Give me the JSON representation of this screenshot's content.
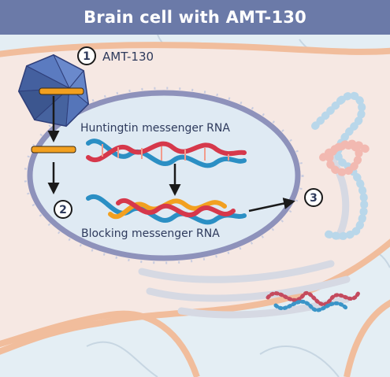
{
  "header": {
    "title": "Brain cell with AMT-130"
  },
  "steps": {
    "step1": {
      "number": "1",
      "label": "AMT-130"
    },
    "step2": {
      "number": "2"
    },
    "step3": {
      "number": "3"
    }
  },
  "labels": {
    "huntingtin": "Huntingtin messenger RNA",
    "blocking": "Blocking messenger RNA"
  },
  "colors": {
    "header": "#6b7aa8",
    "cytoplasm": "#f6e8e3",
    "membrane": "#f1bd9c",
    "nucleus": "#dfeaf3",
    "rna_red": "#d6384b",
    "rna_blue": "#2b8fc4",
    "blocking_orange": "#f2a020",
    "virus": "#4f6fb8"
  },
  "icons": [
    "virus-capsid-icon",
    "dna-payload-icon",
    "arrow-icon",
    "protein-chain-icon"
  ]
}
